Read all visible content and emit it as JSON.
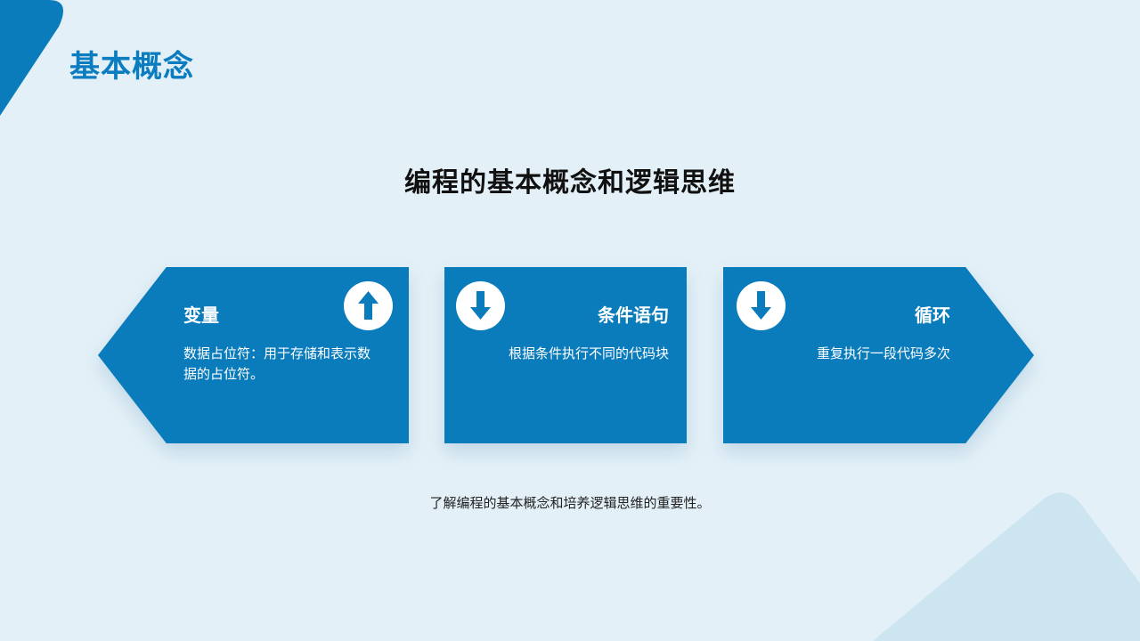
{
  "colors": {
    "accent": "#0a7cbb",
    "title": "#0a7cbf",
    "background": "#e3f0f7",
    "decor_light": "#cde4f1"
  },
  "page": {
    "title": "基本概念",
    "heading": "编程的基本概念和逻辑思维",
    "footer": "了解编程的基本概念和培养逻辑思维的重要性。"
  },
  "cards": [
    {
      "title": "变量",
      "description": "数据占位符：用于存储和表示数据的占位符。",
      "icon": "arrow-up-icon"
    },
    {
      "title": "条件语句",
      "description": "根据条件执行不同的代码块",
      "icon": "arrow-down-icon"
    },
    {
      "title": "循环",
      "description": "重复执行一段代码多次",
      "icon": "arrow-down-icon"
    }
  ]
}
